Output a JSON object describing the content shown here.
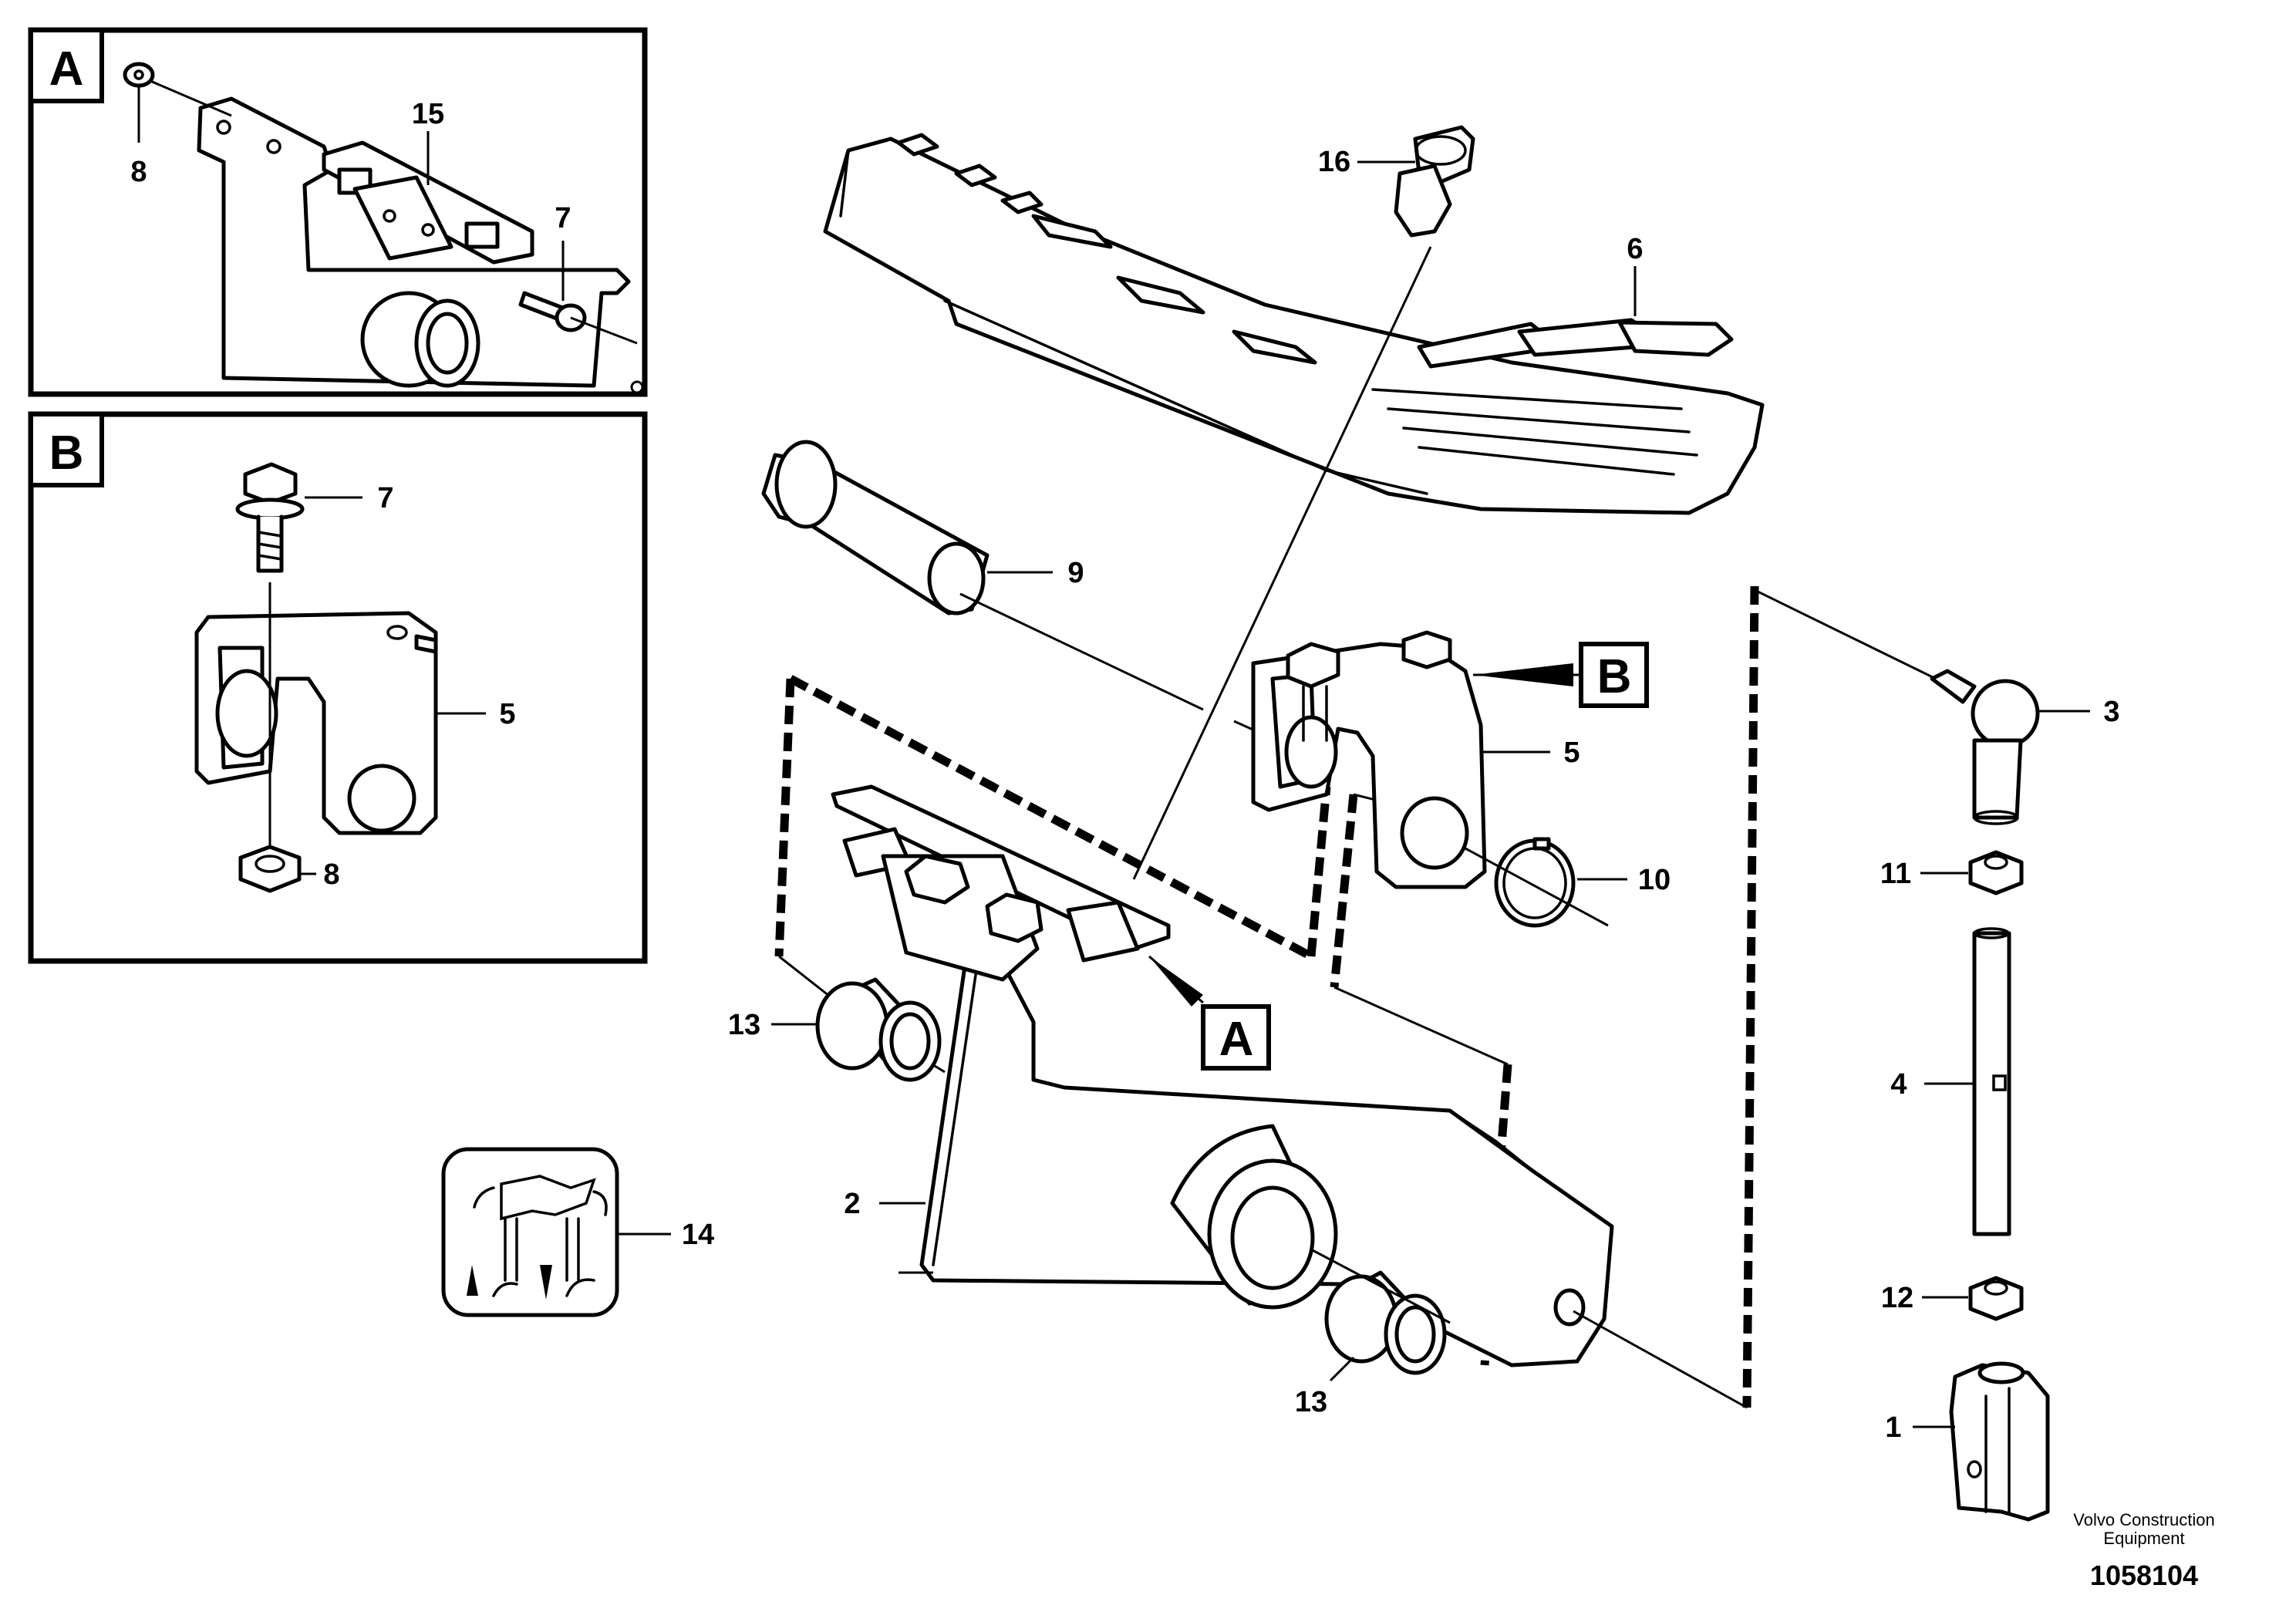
{
  "diagram": {
    "callouts": {
      "c1": "1",
      "c2": "2",
      "c3": "3",
      "c4": "4",
      "c5": "5",
      "c6": "6",
      "c7": "7",
      "c8": "8",
      "c9": "9",
      "c10": "10",
      "c11": "11",
      "c12": "12",
      "c13": "13",
      "c14": "14",
      "c15": "15",
      "c16": "16"
    },
    "detail_tags": {
      "a": "A",
      "b": "B"
    },
    "credit": {
      "line1": "Volvo Construction",
      "line2": "Equipment"
    },
    "document_number": "1058104"
  }
}
